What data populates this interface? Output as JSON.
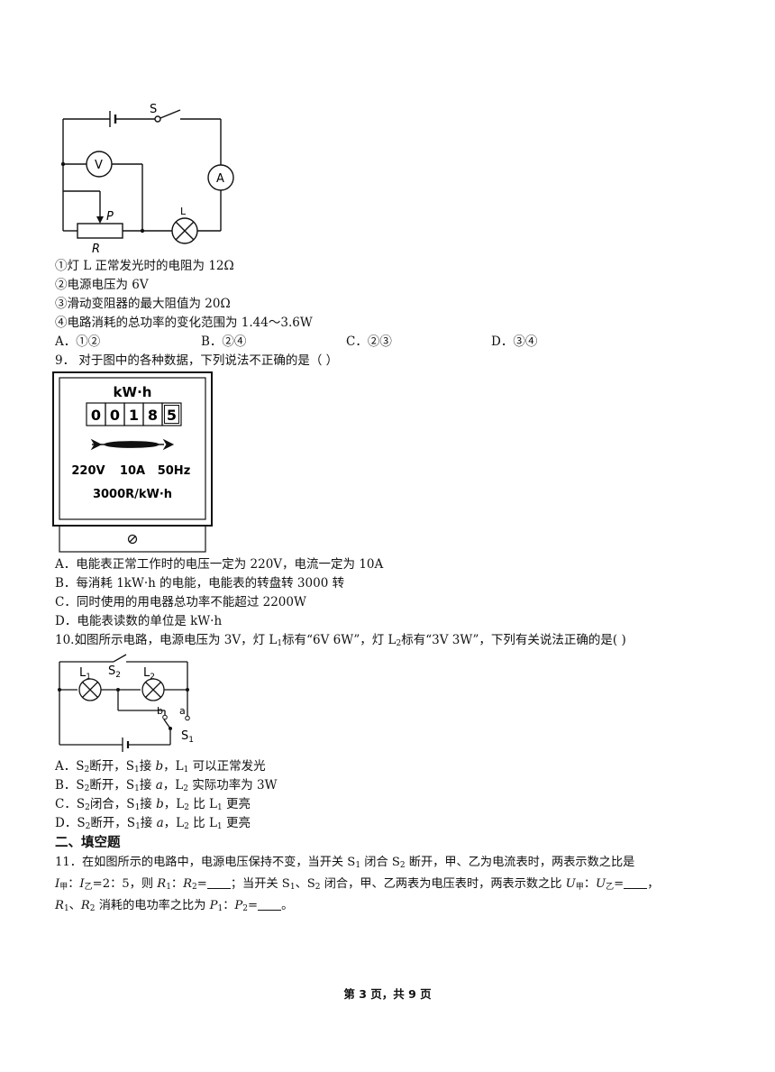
{
  "circuit1": {
    "labels": {
      "switch": "S",
      "voltmeter": "V",
      "ammeter": "A",
      "lamp": "L",
      "slider": "P",
      "resistor": "R"
    }
  },
  "q8": {
    "statements": [
      "①灯 L 正常发光时的电阻为 12Ω",
      "②电源电压为 6V",
      "③滑动变阻器的最大阻值为 20Ω",
      "④电路消耗的总功率的变化范围为 1.44～3.6W"
    ],
    "options": [
      "A．①②",
      "B．②④",
      "C．②③",
      "D．③④"
    ]
  },
  "q9": {
    "stem": "9．  对于图中的各种数据，下列说法不正确的是（        ）",
    "meter": {
      "unit": "kW·h",
      "digits": [
        "0",
        "0",
        "1",
        "8",
        "5"
      ],
      "ratings": [
        "220V",
        "10A",
        "50Hz"
      ],
      "constant": "3000R/kW·h"
    },
    "options": [
      "A．电能表正常工作时的电压一定为 220V，电流一定为 10A",
      "B．每消耗 1kW·h 的电能，电能表的转盘转 3000 转",
      "C．同时使用的用电器总功率不能超过 2200W",
      "D．电能表读数的单位是 kW·h"
    ]
  },
  "q10": {
    "stem_1": "10.如图所示电路，电源电压为 3V，灯 L",
    "stem_2": "标有“6V 6W”，灯 L",
    "stem_3": "标有“3V 3W”，下列有关说法正确的是(          )",
    "sub_1": "1",
    "sub_2": "2",
    "circuit": {
      "L1": "L",
      "L2": "L",
      "S2": "S",
      "S1": "S",
      "b": "b",
      "a": "a",
      "n1": "1",
      "n2": "2"
    },
    "options": [
      {
        "a": "A．S",
        "a1": "2",
        "b": "断开，S",
        "b1": "1",
        "c": "接 ",
        "d": "b",
        "e": "，L",
        "e1": "1",
        "f": " 可以正常发光"
      },
      {
        "a": "B．S",
        "a1": "2",
        "b": "断开，S",
        "b1": "1",
        "c": "接 ",
        "d": "a",
        "e": "，L",
        "e1": "2",
        "f": " 实际功率为 3W"
      },
      {
        "a": "C．S",
        "a1": "2",
        "b": "闭合，S",
        "b1": "1",
        "c": "接 ",
        "d": "b",
        "e": "，L",
        "e1": "2",
        "f": " 比 L",
        "f1": "1",
        "g": " 更亮"
      },
      {
        "a": "D．S",
        "a1": "2",
        "b": "断开，S",
        "b1": "1",
        "c": "接 ",
        "d": "a",
        "e": "，L",
        "e1": "2",
        "f": " 比 L",
        "f1": "1",
        "g": " 更亮"
      }
    ]
  },
  "section2": {
    "title": "二、填空题"
  },
  "q11": {
    "line1": "11．在如图所示的电路中，电源电压保持不变，当开关 S",
    "line1_s1": "1",
    "line1_b": " 闭合 S",
    "line1_s2": "2",
    "line1_c": " 断开，甲、乙为电流表时，两表示数之比是",
    "l2_I": "I",
    "l2_jia": "甲",
    "l2_colon": "：",
    "l2_I2": "I",
    "l2_yi": "乙",
    "l2_b": "=2：5，则 ",
    "l2_R1": "R",
    "l2_R1s": "1",
    "l2_c": "：",
    "l2_R2": "R",
    "l2_R2s": "2",
    "l2_d": "=",
    "l2_e": "；当开关 S",
    "l2_e1": "1",
    "l2_f": "、S",
    "l2_f1": "2",
    "l2_g": " 闭合，甲、乙两表为电压表时，两表示数之比 ",
    "l2_U": "U",
    "l2_Uj": "甲",
    "l2_h": "：",
    "l2_U2": "U",
    "l2_Uy": "乙",
    "l2_i": "=",
    "l2_j": "，",
    "l3_R1": "R",
    "l3_R1s": "1",
    "l3_a": "、",
    "l3_R2": "R",
    "l3_R2s": "2",
    "l3_b": " 消耗的电功率之比为 ",
    "l3_P1": "P",
    "l3_P1s": "1",
    "l3_c": "：",
    "l3_P2": "P",
    "l3_P2s": "2",
    "l3_d": "=",
    "l3_e": "。"
  },
  "footer": {
    "text": "第 3 页，共 9 页"
  }
}
